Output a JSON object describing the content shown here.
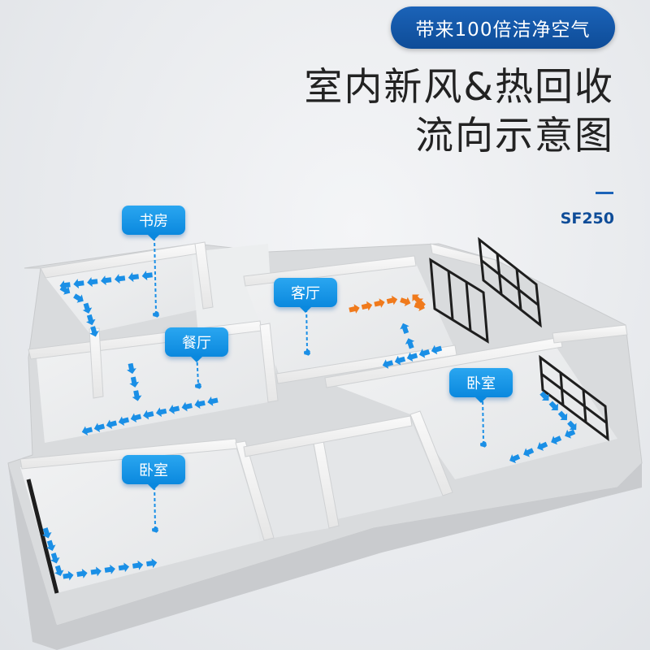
{
  "header": {
    "badge": "带来100倍洁净空气",
    "title_line1": "室内新风&热回收",
    "title_line2": "流向示意图",
    "model": "SF250"
  },
  "rooms": {
    "study": "书房",
    "dining": "餐厅",
    "living": "客厅",
    "bedroom_right": "卧室",
    "bedroom_left": "卧室"
  },
  "colors": {
    "badge_blue": "#0e4c98",
    "label_blue": "#0a88de",
    "fresh_air_arrow": "#1a8fe6",
    "return_air_arrow": "#f07a1c"
  }
}
